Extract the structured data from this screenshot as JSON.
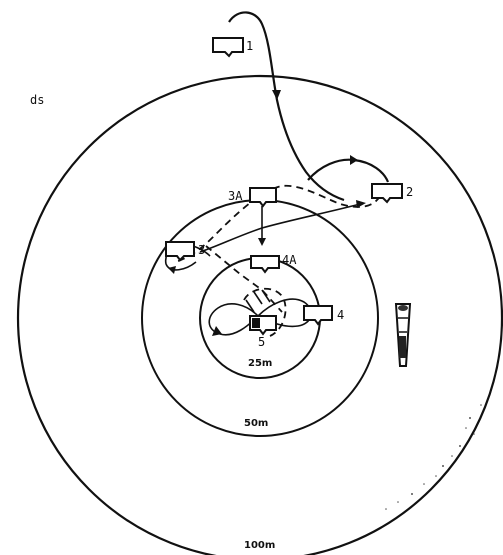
{
  "partial_text": "ds",
  "rings": [
    {
      "label": "100m"
    },
    {
      "label": "50m"
    },
    {
      "label": "25m"
    }
  ],
  "positions": [
    {
      "label": "1"
    },
    {
      "label": "2"
    },
    {
      "label": "3"
    },
    {
      "label": "3A"
    },
    {
      "label": "4"
    },
    {
      "label": "4A"
    },
    {
      "label": "5"
    }
  ]
}
